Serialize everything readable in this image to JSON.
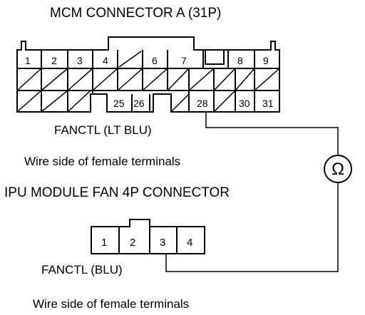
{
  "mcm_connector": {
    "title": "MCM CONNECTOR A (31P)",
    "top_pins": [
      "1",
      "2",
      "3",
      "4",
      "6",
      "7",
      "8",
      "9"
    ],
    "bottom_pins": [
      "25",
      "26",
      "28",
      "30",
      "31"
    ],
    "wire_label": "FANCTL (LT BLU)",
    "side_label": "Wire side of female terminals"
  },
  "ipu_connector": {
    "title": "IPU MODULE FAN 4P CONNECTOR",
    "pins": [
      "1",
      "2",
      "3",
      "4"
    ],
    "wire_label": "FANCTL (BLU)",
    "side_label": "Wire side of female terminals"
  },
  "meter": {
    "symbol": "Ω",
    "icon": "ohmmeter-icon"
  }
}
